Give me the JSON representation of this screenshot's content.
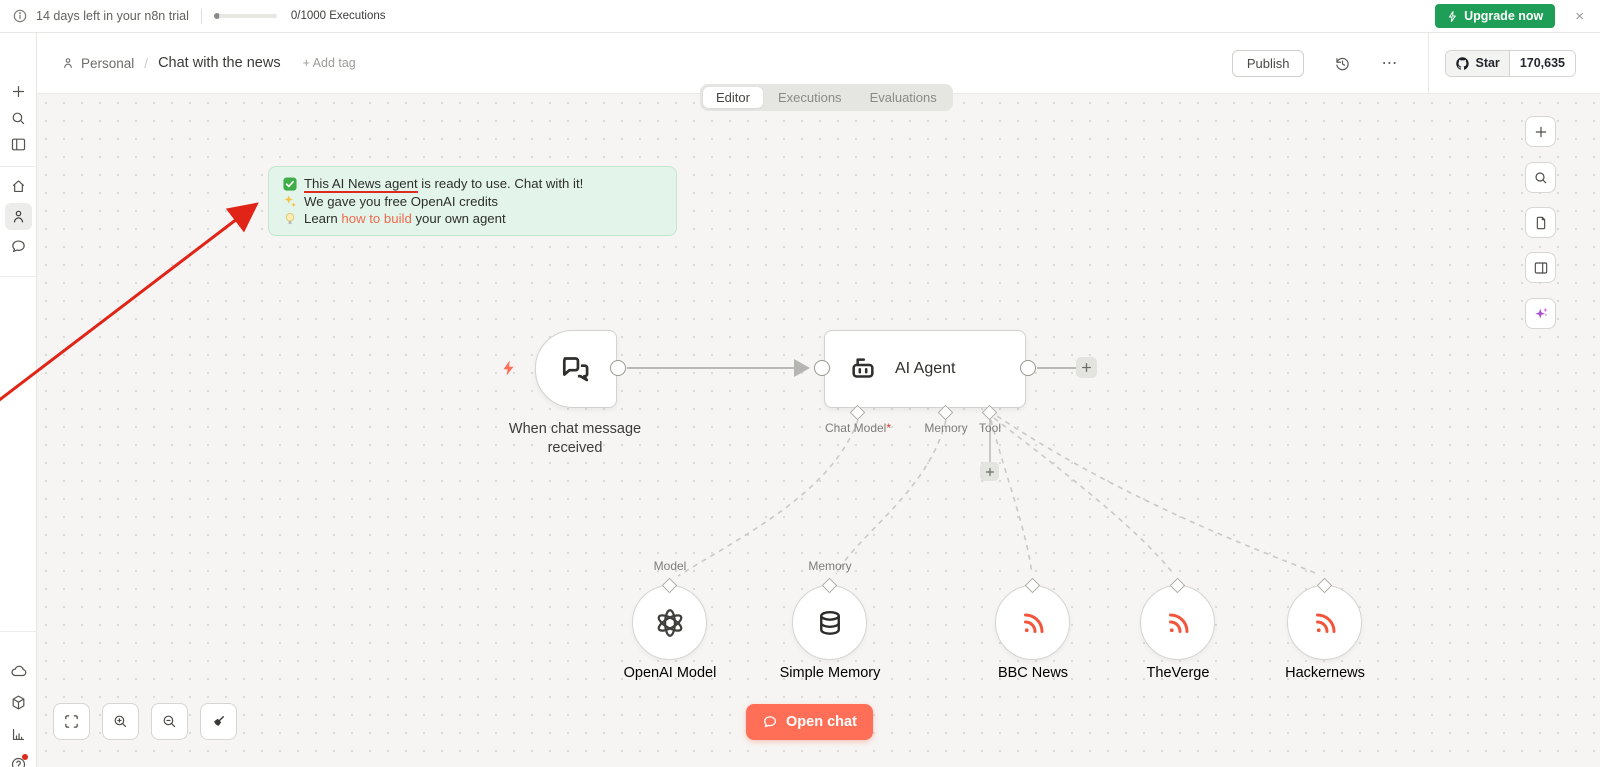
{
  "trial_bar": {
    "trial_text": "14 days left in your n8n trial",
    "executions": "0/1000 Executions",
    "upgrade_label": "Upgrade now",
    "close": "×"
  },
  "header": {
    "project": "Personal",
    "slash": "/",
    "title": "Chat with the news",
    "add_tag": "+ Add tag",
    "publish": "Publish",
    "ellipsis": "⋯",
    "star_label": "Star",
    "star_count": "170,635"
  },
  "tabs": {
    "editor": "Editor",
    "executions": "Executions",
    "evaluations": "Evaluations"
  },
  "notice": {
    "line1_highlight": "This AI News agent",
    "line1_rest": " is ready to use. Chat with it!",
    "line2": "We gave you free OpenAI credits",
    "line3_prefix": "Learn ",
    "line3_link": "how to build",
    "line3_suffix": " your own agent"
  },
  "canvas": {
    "trigger": {
      "label": "When chat message received"
    },
    "agent": {
      "label": "AI Agent",
      "ports": [
        {
          "label": "Chat Model",
          "required": "*"
        },
        {
          "label": "Memory"
        },
        {
          "label": "Tool"
        }
      ]
    },
    "subnodes": [
      {
        "name": "OpenAI Model",
        "port_label": "Model",
        "icon": "openai-logo-icon"
      },
      {
        "name": "Simple Memory",
        "port_label": "Memory",
        "icon": "database-icon"
      },
      {
        "name": "BBC News",
        "icon": "rss-icon"
      },
      {
        "name": "TheVerge",
        "icon": "rss-icon"
      },
      {
        "name": "Hackernews",
        "icon": "rss-icon"
      }
    ],
    "open_chat": "Open chat"
  },
  "icons": [
    "info-icon",
    "lightning-icon",
    "close-icon",
    "plus-icon",
    "search-icon",
    "panel-left-icon",
    "home-icon",
    "user-icon",
    "chat-icon",
    "cloud-icon",
    "package-icon",
    "bar-chart-icon",
    "help-icon",
    "history-icon",
    "ellipsis-icon",
    "github-icon",
    "robot-icon",
    "chat-trigger-icon",
    "openai-logo-icon",
    "database-icon",
    "rss-icon",
    "fit-view-icon",
    "zoom-in-icon",
    "zoom-out-icon",
    "tidy-up-icon",
    "file-icon",
    "panel-right-icon",
    "sparkles-icon",
    "check-icon",
    "sparkle-emoji-icon",
    "bulb-icon"
  ],
  "colors": {
    "accent_orange": "#ff6e56",
    "accent_green": "#1f9e57",
    "annotation_red": "#e02417",
    "link_orange": "#ee6a50",
    "notice_bg": "#e3f4ea",
    "notice_border": "#c3e6d1"
  }
}
